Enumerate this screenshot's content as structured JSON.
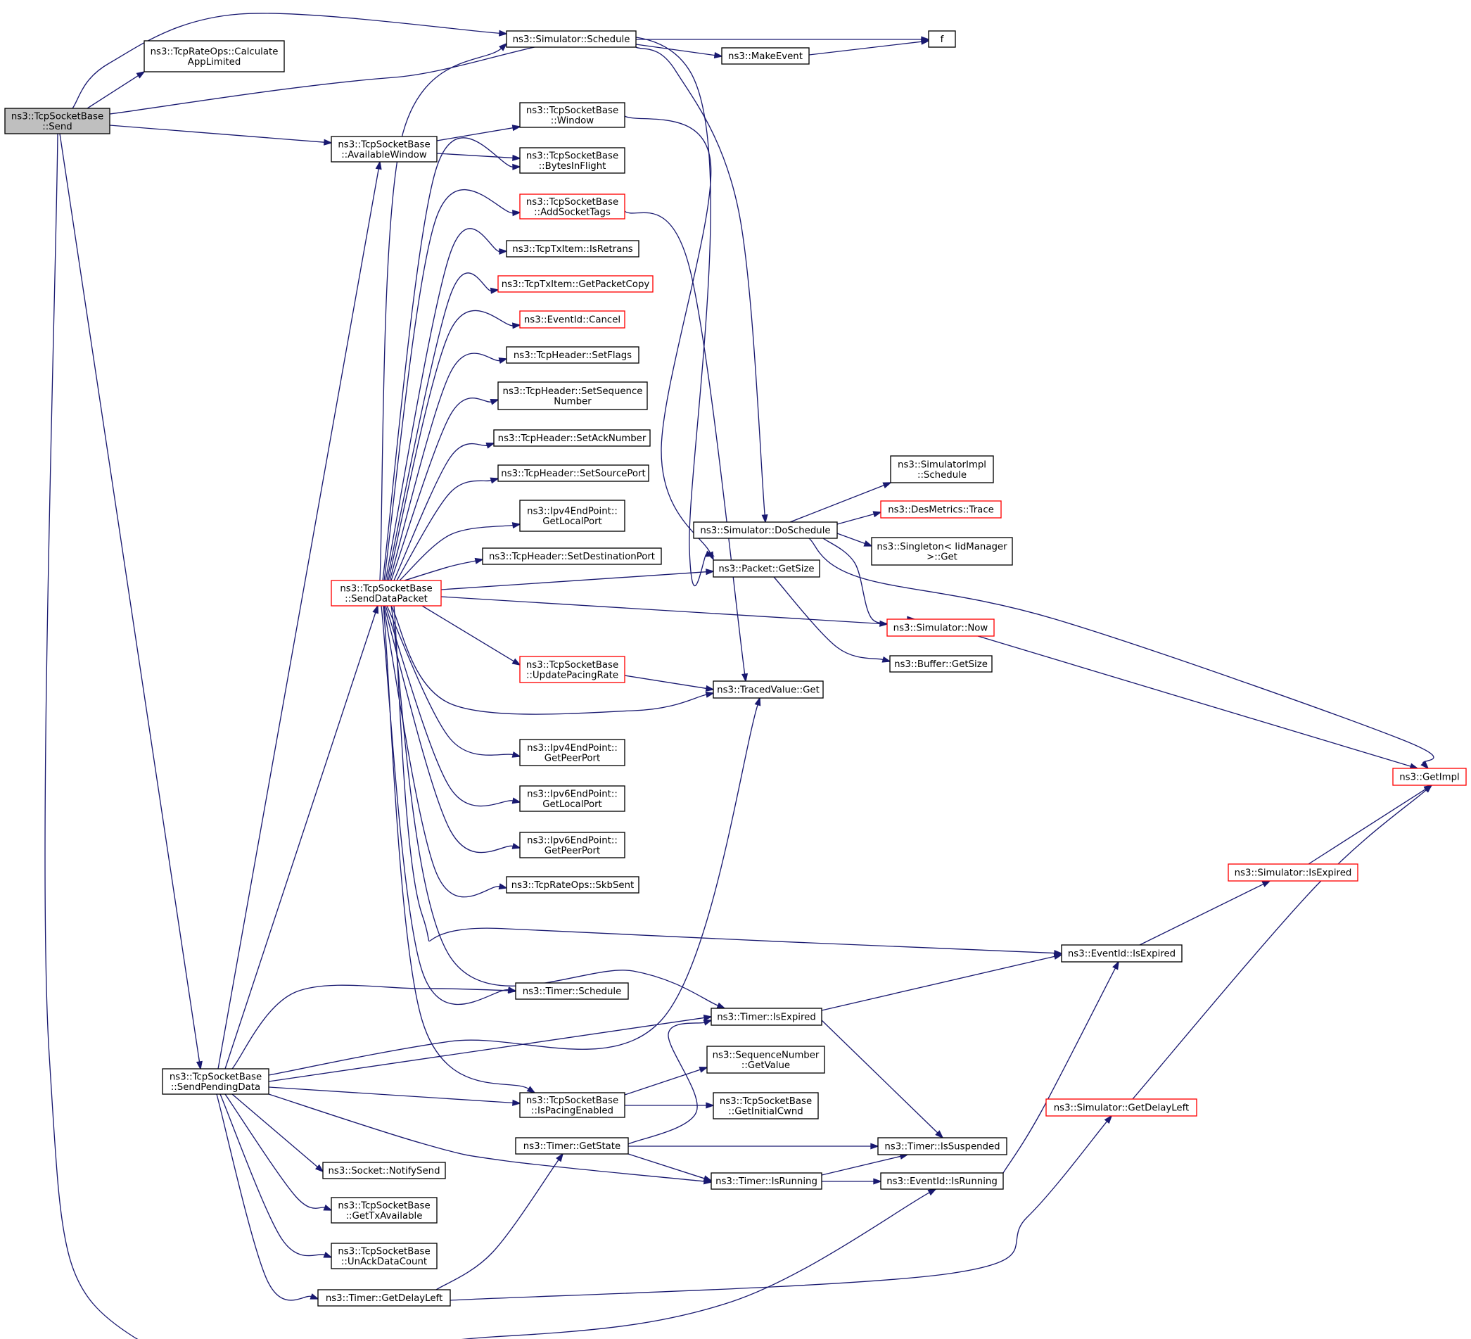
{
  "colors": {
    "edge": "#191970",
    "node_border": "#000000",
    "node_border_red": "#ff0000",
    "root_fill": "#bfbfbf",
    "node_fill": "#ffffff"
  },
  "nodes": {
    "send": {
      "lines": [
        "ns3::TcpSocketBase",
        "::Send"
      ],
      "style": "root"
    },
    "calc": {
      "lines": [
        "ns3::TcpRateOps::Calculate",
        "AppLimited"
      ],
      "style": "black"
    },
    "sched": {
      "lines": [
        "ns3::Simulator::Schedule"
      ],
      "style": "black"
    },
    "f": {
      "lines": [
        "f"
      ],
      "style": "black"
    },
    "makeevent": {
      "lines": [
        "ns3::MakeEvent"
      ],
      "style": "black"
    },
    "window": {
      "lines": [
        "ns3::TcpSocketBase",
        "::Window"
      ],
      "style": "black"
    },
    "availwin": {
      "lines": [
        "ns3::TcpSocketBase",
        "::AvailableWindow"
      ],
      "style": "black"
    },
    "bif": {
      "lines": [
        "ns3::TcpSocketBase",
        "::BytesInFlight"
      ],
      "style": "black"
    },
    "addtags": {
      "lines": [
        "ns3::TcpSocketBase",
        "::AddSocketTags"
      ],
      "style": "red"
    },
    "isretrans": {
      "lines": [
        "ns3::TcpTxItem::IsRetrans"
      ],
      "style": "black"
    },
    "getpktcopy": {
      "lines": [
        "ns3::TcpTxItem::GetPacketCopy"
      ],
      "style": "red"
    },
    "cancel": {
      "lines": [
        "ns3::EventId::Cancel"
      ],
      "style": "red"
    },
    "setflags": {
      "lines": [
        "ns3::TcpHeader::SetFlags"
      ],
      "style": "black"
    },
    "setseq": {
      "lines": [
        "ns3::TcpHeader::SetSequence",
        "Number"
      ],
      "style": "black"
    },
    "setack": {
      "lines": [
        "ns3::TcpHeader::SetAckNumber"
      ],
      "style": "black"
    },
    "setsrc": {
      "lines": [
        "ns3::TcpHeader::SetSourcePort"
      ],
      "style": "black"
    },
    "v4local": {
      "lines": [
        "ns3::Ipv4EndPoint::",
        "GetLocalPort"
      ],
      "style": "black"
    },
    "setdst": {
      "lines": [
        "ns3::TcpHeader::SetDestinationPort"
      ],
      "style": "black"
    },
    "senddata": {
      "lines": [
        "ns3::TcpSocketBase",
        "::SendDataPacket"
      ],
      "style": "red"
    },
    "updpacing": {
      "lines": [
        "ns3::TcpSocketBase",
        "::UpdatePacingRate"
      ],
      "style": "red"
    },
    "v4peer": {
      "lines": [
        "ns3::Ipv4EndPoint::",
        "GetPeerPort"
      ],
      "style": "black"
    },
    "v6local": {
      "lines": [
        "ns3::Ipv6EndPoint::",
        "GetLocalPort"
      ],
      "style": "black"
    },
    "v6peer": {
      "lines": [
        "ns3::Ipv6EndPoint::",
        "GetPeerPort"
      ],
      "style": "black"
    },
    "skbsent": {
      "lines": [
        "ns3::TcpRateOps::SkbSent"
      ],
      "style": "black"
    },
    "timersched": {
      "lines": [
        "ns3::Timer::Schedule"
      ],
      "style": "black"
    },
    "sendpend": {
      "lines": [
        "ns3::TcpSocketBase",
        "::SendPendingData"
      ],
      "style": "black"
    },
    "ispacing": {
      "lines": [
        "ns3::TcpSocketBase",
        "::IsPacingEnabled"
      ],
      "style": "black"
    },
    "getstate": {
      "lines": [
        "ns3::Timer::GetState"
      ],
      "style": "black"
    },
    "notifysend": {
      "lines": [
        "ns3::Socket::NotifySend"
      ],
      "style": "black"
    },
    "gettxavail": {
      "lines": [
        "ns3::TcpSocketBase",
        "::GetTxAvailable"
      ],
      "style": "black"
    },
    "unack": {
      "lines": [
        "ns3::TcpSocketBase",
        "::UnAckDataCount"
      ],
      "style": "black"
    },
    "timerdelay": {
      "lines": [
        "ns3::Timer::GetDelayLeft"
      ],
      "style": "black"
    },
    "dosched": {
      "lines": [
        "ns3::Simulator::DoSchedule"
      ],
      "style": "black"
    },
    "pktsize": {
      "lines": [
        "ns3::Packet::GetSize"
      ],
      "style": "black"
    },
    "tracedget": {
      "lines": [
        "ns3::TracedValue::Get"
      ],
      "style": "black"
    },
    "timerexp": {
      "lines": [
        "ns3::Timer::IsExpired"
      ],
      "style": "black"
    },
    "seqval": {
      "lines": [
        "ns3::SequenceNumber",
        "::GetValue"
      ],
      "style": "black"
    },
    "initcwnd": {
      "lines": [
        "ns3::TcpSocketBase",
        "::GetInitialCwnd"
      ],
      "style": "black"
    },
    "timerrun": {
      "lines": [
        "ns3::Timer::IsRunning"
      ],
      "style": "black"
    },
    "simimpl": {
      "lines": [
        "ns3::SimulatorImpl",
        "::Schedule"
      ],
      "style": "black"
    },
    "desmetrics": {
      "lines": [
        "ns3::DesMetrics::Trace"
      ],
      "style": "red"
    },
    "singleton": {
      "lines": [
        "ns3::Singleton< IidManager",
        " >::Get"
      ],
      "style": "black"
    },
    "simnow": {
      "lines": [
        "ns3::Simulator::Now"
      ],
      "style": "red"
    },
    "bufsize": {
      "lines": [
        "ns3::Buffer::GetSize"
      ],
      "style": "black"
    },
    "issusp": {
      "lines": [
        "ns3::Timer::IsSuspended"
      ],
      "style": "black"
    },
    "evrun": {
      "lines": [
        "ns3::EventId::IsRunning"
      ],
      "style": "black"
    },
    "evexp": {
      "lines": [
        "ns3::EventId::IsExpired"
      ],
      "style": "black"
    },
    "simexp": {
      "lines": [
        "ns3::Simulator::IsExpired"
      ],
      "style": "red"
    },
    "simdelay": {
      "lines": [
        "ns3::Simulator::GetDelayLeft"
      ],
      "style": "red"
    },
    "getimpl": {
      "lines": [
        "ns3::GetImpl"
      ],
      "style": "red"
    }
  }
}
